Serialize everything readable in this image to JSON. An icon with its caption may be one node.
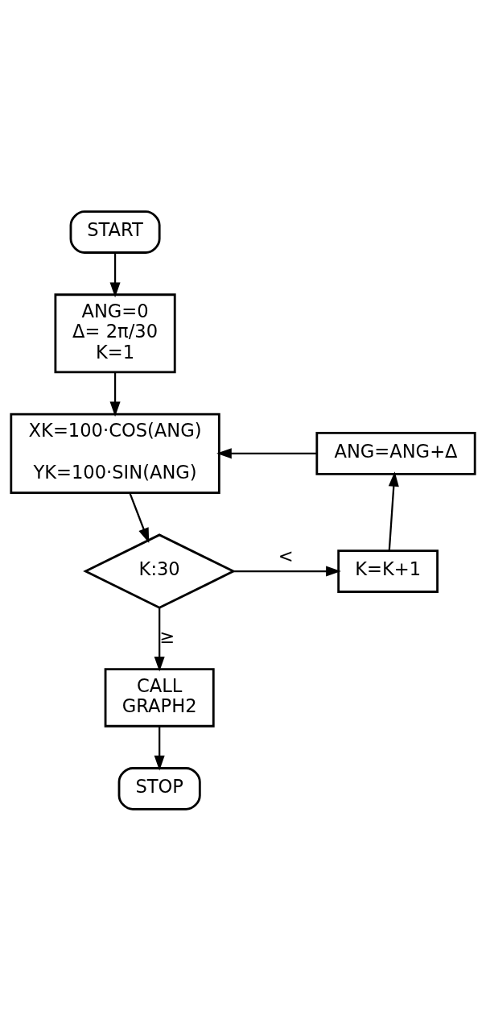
{
  "diagram": {
    "nodes": [
      {
        "text": [
          "START"
        ]
      },
      {
        "text": [
          "ANG=0 Δ= 2π/30 K=1"
        ]
      },
      {
        "text": [
          "XK=100·COS(ANG) YK=100·SIN(ANG)"
        ]
      },
      {
        "text": [
          "ANG=ANG+Δ"
        ]
      },
      {
        "text": [
          "K=K+1"
        ]
      },
      {
        "text": [
          "K:30"
        ]
      },
      {
        "text": [
          "CALL GRAPH2"
        ]
      },
      {
        "text": [
          "STOP"
        ]
      }
    ],
    "edges": [
      {
        "from": 0,
        "to": 1,
        "arrow": "to"
      },
      {
        "from": 1,
        "to": 2,
        "arrow": "to"
      },
      {
        "from": 2,
        "to": 5,
        "arrow": "to"
      },
      {
        "from": 5,
        "to": 4,
        "arrow": "to",
        "label": "<"
      },
      {
        "from": 4,
        "to": 3,
        "arrow": "to"
      },
      {
        "from": 3,
        "to": 2,
        "arrow": "to"
      },
      {
        "from": 5,
        "to": 6,
        "arrow": "to",
        "label": "≥"
      },
      {
        "from": 6,
        "to": 7,
        "arrow": "to"
      }
    ]
  }
}
